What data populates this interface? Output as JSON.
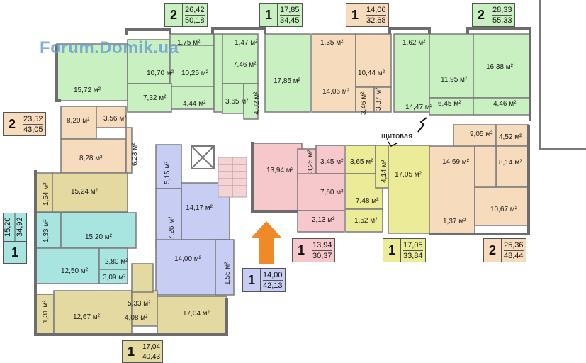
{
  "watermark": "Forum.Domik.ua",
  "switchboard_label": "щитовая",
  "colors": {
    "apt_green": "#c8f0c0",
    "apt_orange": "#f6dcbc",
    "apt_pink": "#f6c8cc",
    "apt_teal": "#a8e4e0",
    "apt_lavender": "#c8cdf4",
    "apt_yellow": "#ecec98",
    "apt_tan": "#e4d9a0",
    "arrow": "#f08a28"
  },
  "apartments": [
    {
      "id": "a-26-42",
      "rooms": "2",
      "living": "26,42",
      "total": "50,18",
      "color": "#c8f0c0"
    },
    {
      "id": "a-17-85",
      "rooms": "1",
      "living": "17,85",
      "total": "34,45",
      "color": "#c8f0c0"
    },
    {
      "id": "a-14-06",
      "rooms": "1",
      "living": "14,06",
      "total": "32,68",
      "color": "#f6dcbc"
    },
    {
      "id": "a-28-33",
      "rooms": "2",
      "living": "28,33",
      "total": "55,33",
      "color": "#c8f0c0"
    },
    {
      "id": "a-23-52",
      "rooms": "2",
      "living": "23,52",
      "total": "43,05",
      "color": "#f6dcbc"
    },
    {
      "id": "a-15-20",
      "rooms": "1",
      "living": "15,20",
      "total": "34,92",
      "color": "#a8e4e0"
    },
    {
      "id": "a-13-94",
      "rooms": "1",
      "living": "13,94",
      "total": "30,37",
      "color": "#f6c8cc"
    },
    {
      "id": "a-17-05",
      "rooms": "1",
      "living": "17,05",
      "total": "33,84",
      "color": "#ecec98"
    },
    {
      "id": "a-25-36",
      "rooms": "2",
      "living": "25,36",
      "total": "48,44",
      "color": "#f6dcbc"
    },
    {
      "id": "a-14-00",
      "rooms": "1",
      "living": "14,00",
      "total": "42,13",
      "color": "#c8cdf4"
    },
    {
      "id": "a-17-04",
      "rooms": "1",
      "living": "17,04",
      "total": "40,43",
      "color": "#e4d9a0"
    }
  ],
  "room_labels": [
    "15,72 м²",
    "10,70 м²",
    "10,25 м²",
    "1,75 м²",
    "7,32 м²",
    "4,44 м²",
    "1,47 м²",
    "7,46 м²",
    "3,65 м²",
    "4,02 м²",
    "17,85 м²",
    "1,35 м²",
    "14,06 м²",
    "10,44 м²",
    "3,46 м²",
    "3,37 м²",
    "1,62 м²",
    "14,47 м²",
    "11,95 м²",
    "6,45 м²",
    "16,38 м²",
    "4,46 м²",
    "8,20 м²",
    "3,56 м²",
    "8,28 м²",
    "6,23 м²",
    "1,54 м²",
    "15,24 м²",
    "1,33 м²",
    "15,20 м²",
    "2,80 м²",
    "12,50 м²",
    "3,09 м²",
    "5,15 м²",
    "14,17 м²",
    "7,26 м²",
    "14,00 м²",
    "1,55 м²",
    "13,94 м²",
    "3,25 м²",
    "3,45 м²",
    "7,60 м²",
    "2,13 м²",
    "3,65 м²",
    "4,14 м²",
    "7,48 м²",
    "1,52 м²",
    "17,05 м²",
    "14,69 м²",
    "1,37 м²",
    "9,05 м²",
    "4,52 м²",
    "8,14 м²",
    "10,67 м²",
    "1,31 м²",
    "12,67 м²",
    "5,33 м²",
    "4,08 м²",
    "17,04 м²"
  ]
}
